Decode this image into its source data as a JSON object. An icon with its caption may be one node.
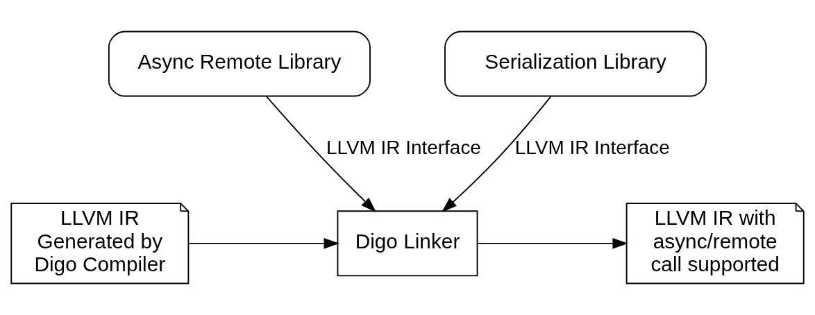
{
  "diagram": {
    "nodes": [
      {
        "text": [
          "Async Remote Library"
        ]
      },
      {
        "text": [
          "Serialization Library"
        ]
      },
      {
        "text": [
          "LLVM IR Generated by Digo Compiler"
        ]
      },
      {
        "text": [
          "Digo Linker"
        ]
      },
      {
        "text": [
          "LLVM IR with async/remote call supported"
        ]
      }
    ],
    "edges": [
      {
        "from": 0,
        "to": 3,
        "arrow": "to",
        "label": "LLVM IR Interface"
      },
      {
        "from": 1,
        "to": 3,
        "arrow": "to",
        "label": "LLVM IR Interface"
      },
      {
        "from": 2,
        "to": 3,
        "arrow": "to"
      },
      {
        "from": 3,
        "to": 4,
        "arrow": "to"
      }
    ]
  }
}
